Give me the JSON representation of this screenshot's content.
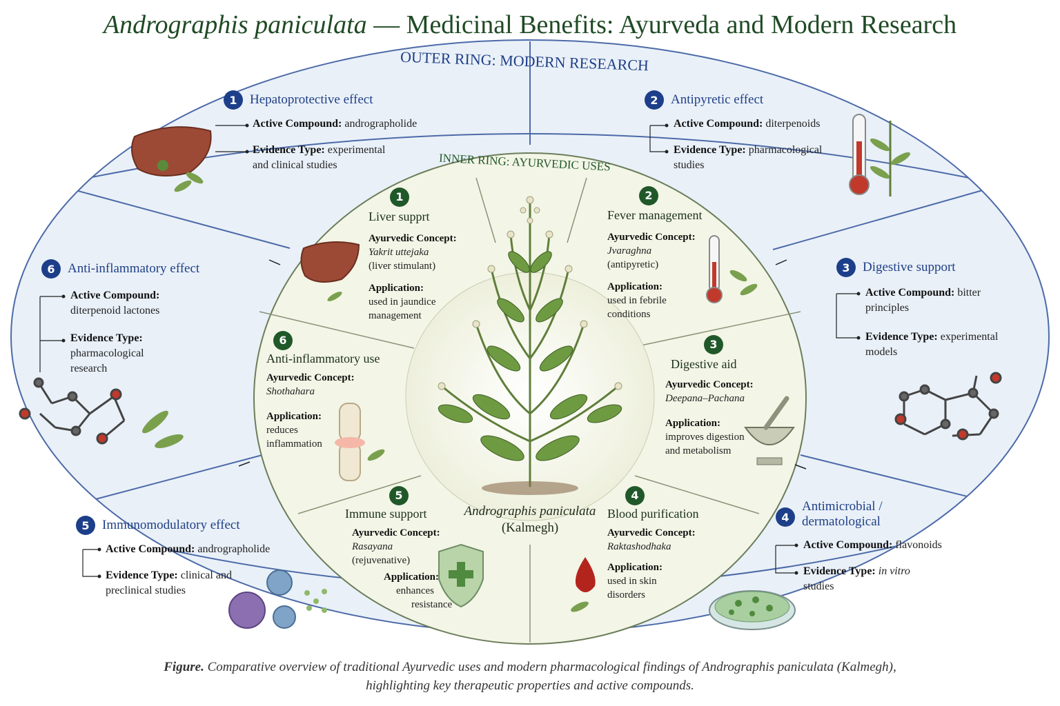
{
  "title": {
    "species": "Andrographis paniculata",
    "rest": " — Medicinal Benefits: Ayurveda and Modern Research"
  },
  "outer_ring_label": "OUTER RING: MODERN RESEARCH",
  "inner_ring_label": "INNER RING: AYURVEDIC USES",
  "center_plant": {
    "name": "Andrographis paniculata",
    "common": "(Kalmegh)"
  },
  "outer": [
    {
      "num": "1",
      "title": "Hepatoprotective effect",
      "compound_label": "Active Compound:",
      "compound": "andrographolide",
      "evidence_label": "Evidence Type:",
      "evidence_line1": "experimental",
      "evidence_line2": "and clinical studies",
      "icon": "liver-icon"
    },
    {
      "num": "2",
      "title": "Antipyretic effect",
      "compound_label": "Active Compound:",
      "compound": "diterpenoids",
      "evidence_label": "Evidence Type:",
      "evidence_line1": "pharmacological",
      "evidence_line2": "studies",
      "icon": "thermometer-icon"
    },
    {
      "num": "3",
      "title": "Digestive support",
      "compound_label": "Active Compound:",
      "compound": "bitter",
      "compound_line2": "principles",
      "evidence_label": "Evidence Type:",
      "evidence_line1": "experimental",
      "evidence_line2": "models",
      "icon": "molecule-icon"
    },
    {
      "num": "4",
      "title_line1": "Antimicrobial /",
      "title_line2": "dermatological",
      "compound_label": "Active Compound:",
      "compound": "flavonoids",
      "evidence_label": "Evidence Type:",
      "evidence_line1": "in vitro",
      "evidence_line2": "studies",
      "icon": "petri-dish-icon"
    },
    {
      "num": "5",
      "title": "Immunomodulatory effect",
      "compound_label": "Active Compound:",
      "compound": "andrographolide",
      "evidence_label": "Evidence Type:",
      "evidence_line1": "clinical and",
      "evidence_line2": "preclinical studies",
      "icon": "immune-cells-icon"
    },
    {
      "num": "6",
      "title": "Anti-inflammatory effect",
      "compound_label": "Active Compound:",
      "compound": "diterpenoid lactones",
      "evidence_label": "Evidence Type:",
      "evidence_line1": "pharmacological",
      "evidence_line2": "research",
      "icon": "molecule-icon"
    }
  ],
  "inner": [
    {
      "num": "1",
      "title": "Liver supprt",
      "concept_label": "Ayurvedic Concept:",
      "concept": "Yakrit uttejaka",
      "concept_note": "(liver stimulant)",
      "app_label": "Application:",
      "app_line1": "used in jaundice",
      "app_line2": "management",
      "icon": "liver-icon"
    },
    {
      "num": "2",
      "title": "Fever management",
      "concept_label": "Ayurvedic Concept:",
      "concept": "Jvaraghna",
      "concept_note": "(antipyretic)",
      "app_label": "Application:",
      "app_line1": "used in febrile",
      "app_line2": "conditions",
      "icon": "thermometer-icon"
    },
    {
      "num": "3",
      "title": "Digestive aid",
      "concept_label": "Ayurvedic Concept:",
      "concept": "Deepana–Pachana",
      "app_label": "Application:",
      "app_line1": "improves digestion",
      "app_line2": "and metabolism",
      "icon": "mortar-pestle-icon"
    },
    {
      "num": "4",
      "title": "Blood purification",
      "concept_label": "Ayurvedic Concept:",
      "concept": "Raktashodhaka",
      "app_label": "Application:",
      "app_line1": "used in skin",
      "app_line2": "disorders",
      "icon": "blood-drop-icon"
    },
    {
      "num": "5",
      "title": "Immune support",
      "concept_label": "Ayurvedic Concept:",
      "concept": "Rasayana",
      "concept_note": "(rejuvenative)",
      "app_label": "Application:",
      "app_line1": "enhances",
      "app_line2": "resistance",
      "icon": "shield-icon"
    },
    {
      "num": "6",
      "title": "Anti-inflammatory use",
      "concept_label": "Ayurvedic Concept:",
      "concept": "Shothahara",
      "app_label": "Application:",
      "app_line1": "reduces",
      "app_line2": "inflammation",
      "icon": "knee-joint-icon"
    }
  ],
  "caption": {
    "label": "Figure.",
    "text1": " Comparative overview of traditional Ayurvedic uses and modern pharmacological findings of ",
    "species": "Andrographis paniculata",
    "text2": " (Kalmegh),",
    "line2": "highlighting key therapeutic properties and active compounds."
  },
  "colors": {
    "outer_fill": "#e9f0f8",
    "outer_stroke": "#4c6aa8",
    "inner_fill": "#f3f5e6",
    "inner_stroke": "#6b7d5a",
    "blue": "#1d3f8a",
    "green": "#21582a",
    "title": "#1f4a24"
  }
}
